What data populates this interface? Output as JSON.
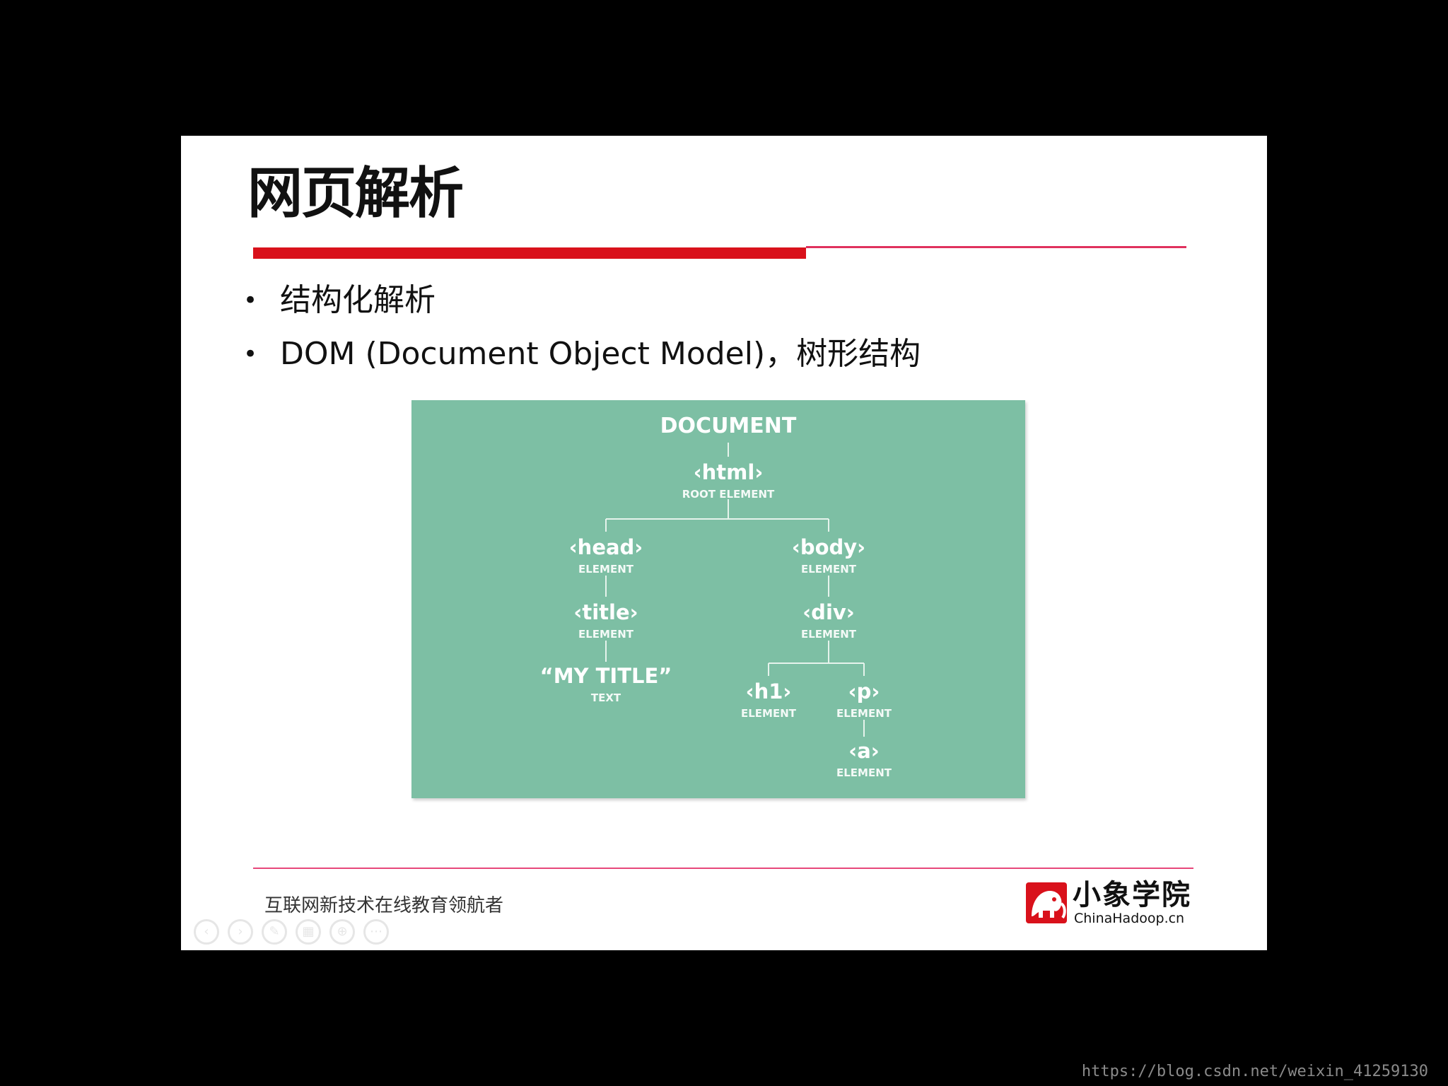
{
  "slide": {
    "title": "网页解析",
    "bullets": [
      "结构化解析",
      "DOM (Document Object Model)，树形结构"
    ],
    "bullet_marker": "•",
    "colors": {
      "accent_red": "#d9111b",
      "rule_pink": "#e0315e",
      "panel_green": "#7dbfa4"
    }
  },
  "dom_tree": {
    "root": "DOCUMENT",
    "nodes": {
      "html": {
        "tag": "‹html›",
        "type": "ROOT ELEMENT"
      },
      "head": {
        "tag": "‹head›",
        "type": "ELEMENT"
      },
      "body": {
        "tag": "‹body›",
        "type": "ELEMENT"
      },
      "title": {
        "tag": "‹title›",
        "type": "ELEMENT"
      },
      "div": {
        "tag": "‹div›",
        "type": "ELEMENT"
      },
      "text": {
        "tag": "“MY TITLE”",
        "type": "TEXT"
      },
      "h1": {
        "tag": "‹h1›",
        "type": "ELEMENT"
      },
      "p": {
        "tag": "‹p›",
        "type": "ELEMENT"
      },
      "a": {
        "tag": "‹a›",
        "type": "ELEMENT"
      }
    }
  },
  "footer": {
    "slogan": "互联网新技术在线教育领航者",
    "logo_name": "小象学院",
    "logo_domain": "ChinaHadoop.cn"
  },
  "player_controls": [
    {
      "icon": "prev-icon",
      "glyph": "‹"
    },
    {
      "icon": "next-icon",
      "glyph": "›"
    },
    {
      "icon": "pen-icon",
      "glyph": "✎"
    },
    {
      "icon": "slides-icon",
      "glyph": "▦"
    },
    {
      "icon": "zoom-icon",
      "glyph": "⊕"
    },
    {
      "icon": "menu-icon",
      "glyph": "⋯"
    }
  ],
  "watermark": "https://blog.csdn.net/weixin_41259130"
}
